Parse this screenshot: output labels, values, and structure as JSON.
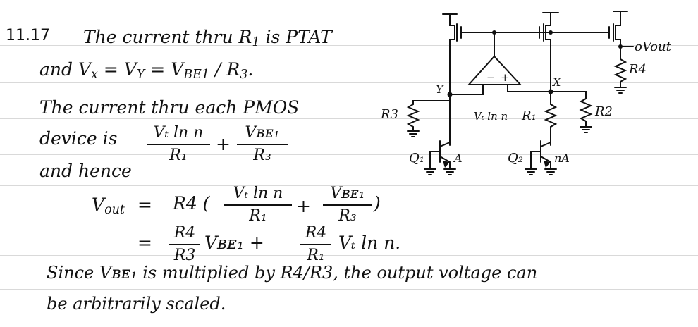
{
  "solution": {
    "problem_number": "11.17",
    "lines": {
      "l1": "The current thru R",
      "l1_sub": "1",
      "l1_end": " is PTAT",
      "l2a": "and  V",
      "l2_sub_x": "x",
      "l2b": " = V",
      "l2_sub_y": "Y",
      "l2c": " = V",
      "l2_sub_be": "BE1",
      "l2d": " / R",
      "l2_sub_3": "3",
      "l2e": ".",
      "l3": "The current thru each PMOS",
      "l4": "device is",
      "l5": "and hence"
    },
    "eq1": {
      "frac1_num": "Vₜ ln n",
      "frac1_den": "R₁",
      "plus": "+",
      "frac2_num": "Vʙᴇ₁",
      "frac2_den": "R₃"
    },
    "eq2": {
      "lhs": "V",
      "lhs_sub": "out",
      "eq": "=",
      "r4": "R4 (",
      "frac1_num": "Vₜ ln n",
      "frac1_den": "R₁",
      "plus": "+",
      "frac2_num": "Vʙᴇ₁",
      "frac2_den": "R₃",
      "close": ")"
    },
    "eq3": {
      "eq": "=",
      "frac1_num": "R4",
      "frac1_den": "R3",
      "term1": "Vʙᴇ₁  +",
      "frac2_num": "R4",
      "frac2_den": "R₁",
      "term2": "Vₜ ln n."
    },
    "conclusion_1": "Since Vʙᴇ₁ is multiplied by R4/R3, the output voltage can",
    "conclusion_2": "be arbitrarily scaled."
  },
  "circuit": {
    "labels": {
      "vout": "oVout",
      "r4": "R4",
      "node_y": "Y",
      "node_x": "X",
      "r3": "R3",
      "r2": "R2",
      "r1": "R₁",
      "vt_label": "Vₜ ln n",
      "q1": "Q₁",
      "q2": "Q₂",
      "area_a": "A",
      "area_na": "nA",
      "minus": "−",
      "plus": "+"
    }
  }
}
